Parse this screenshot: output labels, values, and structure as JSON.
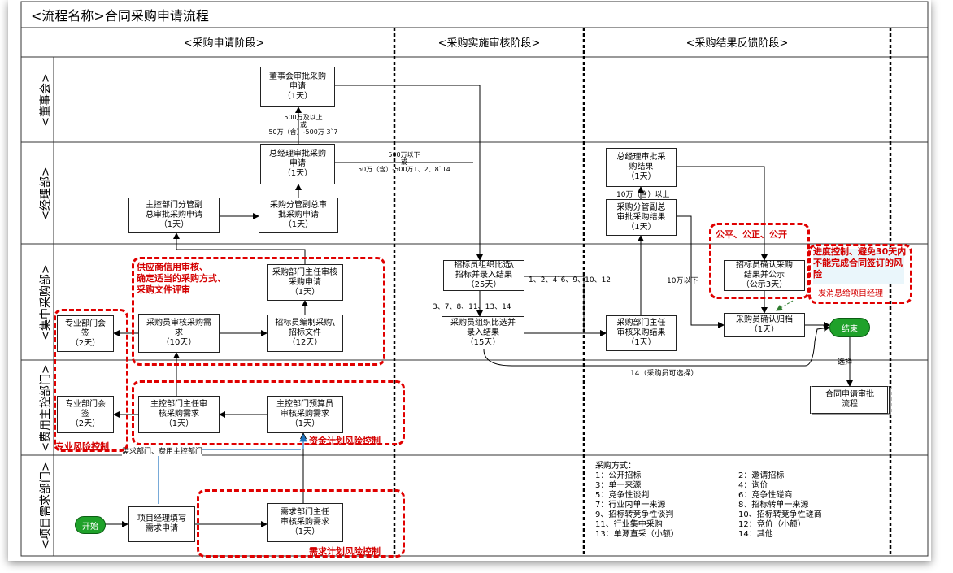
{
  "title": "<流程名称>合同采购申请流程",
  "phases": [
    "<采购申请阶段>",
    "<采购实施审核阶段>",
    "<采购结果反馈阶段>"
  ],
  "lanes": [
    "<董事会>",
    "<经理部>",
    "<集中采购部>",
    "<费用主控部门>",
    "<项目需求部门>"
  ],
  "boxes": {
    "board_approve": "董事会审批采购\n申请\n（1天）",
    "gm_approve": "总经理审批采购\n申请\n（1天）",
    "ctrl_vp": "主控部门分管副\n总审批采购申请\n（1天）",
    "proc_vp": "采购分管副总审\n批采购申请\n（1天）",
    "gm_result": "总经理审批采\n购结果\n（1天）",
    "proc_vp_result": "采购分管副总\n审批采购结果\n（1天）",
    "proc_dir_approve": "采购部门主任审核\n采购申请\n（1天）",
    "buyer_review": "采购员审核采购需\n求\n（10天）",
    "tender_docs": "招标员编制采购\\\n招标文件\n（12天）",
    "tender_compare": "招标员组织比选\\\n招标并录入结果\n（25天）",
    "buyer_compare": "采购员组织比选并\n录入结果\n（15天）",
    "proc_dir_result": "采购部门主任\n审核采购结果\n（1天）",
    "tender_confirm": "招标员确认采购\n结果并公示\n（公示3天）",
    "buyer_archive": "采购员确认归档\n（1天）",
    "dept_sign_1": "专业部门会\n签\n（2天）",
    "dept_sign_2": "专业部门会\n签\n（2天）",
    "ctrl_dir": "主控部门主任审\n核采购需求\n（1天）",
    "budget_review": "主控部门预算员\n审核采购需求\n（1天）",
    "contract_flow": "合同申请审批\n流程",
    "pm_fill": "项目经理填写\n需求申请",
    "req_dir": "需求部门主任\n审核采购需求\n（1天）"
  },
  "start_label": "开始",
  "end_label": "结束",
  "edge_labels": {
    "above_500": "500万及以上\n或\n50万（含）-500万 3`7",
    "below_500": "500万以下\n或\n50万（含）-500万1、2、8`14",
    "methods_a": "1、2、4`6、9、10、12",
    "methods_b": "3、7、8、11、13、14",
    "above_10": "10万（含）以上",
    "below_10": "10万以下",
    "select": "选择",
    "optional": "14（采购员可选择）",
    "req_to_ctrl": "需求部门、费用主控部门",
    "send_msg": "发消息给项目经理"
  },
  "risks": {
    "supplier": "供应商信用审核、\n确定适当的采购方式、\n采购文件评审",
    "fair": "公平、公正、公开",
    "progress": "进度控制、避免30天内\n不能完成合同签订的风\n险",
    "professional": "专业风险控制",
    "fund": "资金计划风险控制",
    "demand": "需求计划风险控制"
  },
  "legend": {
    "header": "采购方式：",
    "items": [
      [
        "1：公开招标",
        "2：邀请招标"
      ],
      [
        "3：单一来源",
        "4：询价"
      ],
      [
        "5：竞争性谈判",
        "6：竞争性磋商"
      ],
      [
        "7：行业内单一来源",
        "8、招标转单一来源"
      ],
      [
        "9、招标转竞争性谈判",
        "10、招标转竞争性磋商"
      ],
      [
        "11、行业集中采购",
        "12：竞价（小额）"
      ],
      [
        "13：单源直采（小额）",
        "14：其他"
      ]
    ]
  }
}
